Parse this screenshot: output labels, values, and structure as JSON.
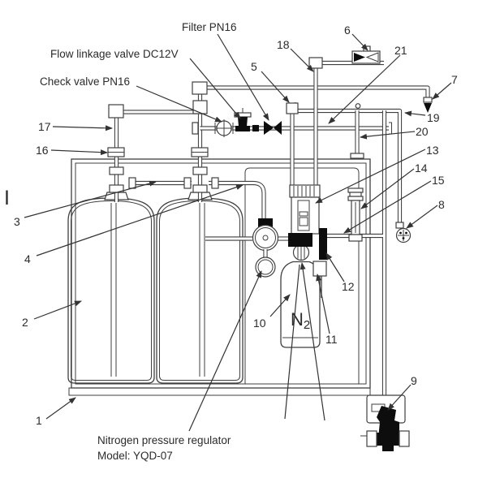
{
  "diagram": {
    "colors": {
      "background": "#ffffff",
      "line": "#3f3f3f",
      "dark_fill": "#0d0d0d",
      "text": "#2b2b2b"
    },
    "callouts": {
      "filter": "Filter PN16",
      "flow_linkage_valve": "Flow linkage valve DC12V",
      "check_valve": "Check valve PN16",
      "regulator_line1": "Nitrogen pressure regulator",
      "regulator_line2": "Model: YQD-07"
    },
    "cylinder": {
      "base": "N",
      "sub": "2"
    },
    "section_mark": "I",
    "parts": {
      "n1": "1",
      "n2": "2",
      "n3": "3",
      "n4": "4",
      "n5": "5",
      "n6": "6",
      "n7": "7",
      "n8": "8",
      "n9": "9",
      "n10": "10",
      "n11": "11",
      "n12": "12",
      "n13": "13",
      "n14": "14",
      "n15": "15",
      "n16": "16",
      "n17": "17",
      "n18": "18",
      "n19": "19",
      "n20": "20",
      "n21": "21"
    }
  }
}
